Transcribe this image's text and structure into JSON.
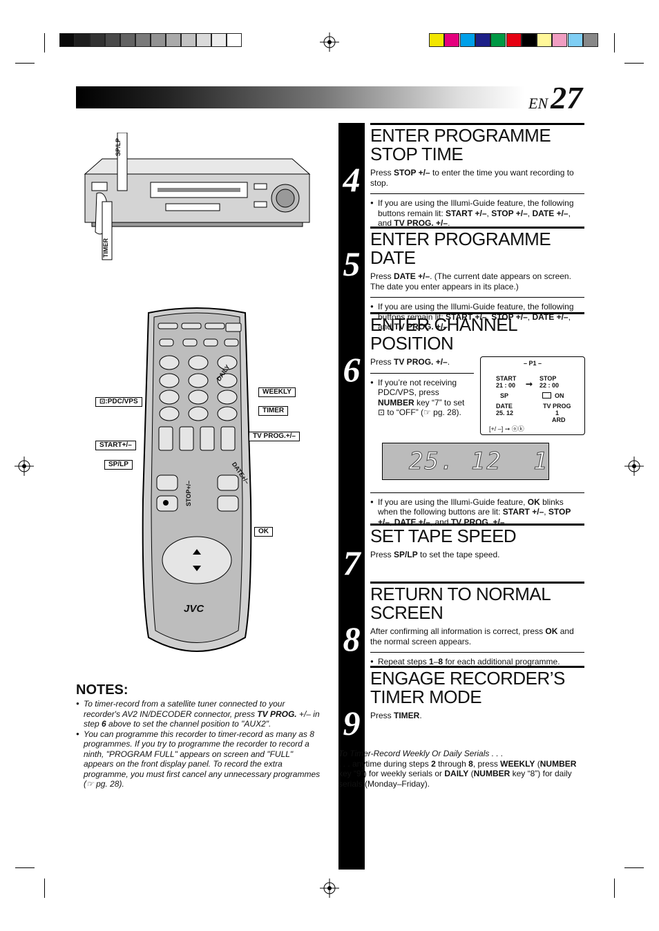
{
  "page": {
    "lang": "EN",
    "number": "27"
  },
  "colors": {
    "gray_swatches": [
      "#0a0a0a",
      "#1e1e1e",
      "#333333",
      "#4a4a4a",
      "#626262",
      "#7a7a7a",
      "#929292",
      "#aaaaaa",
      "#c2c2c2",
      "#dadada",
      "#ececec",
      "#ffffff"
    ],
    "color_swatches": [
      "#f2e600",
      "#e5007e",
      "#00a0e9",
      "#1d2088",
      "#009944",
      "#e60012",
      "#000000",
      "#fff799",
      "#f19ec2",
      "#7fcef4",
      "#888888"
    ]
  },
  "steps": [
    {
      "num": "4",
      "title": "ENTER PROGRAMME STOP TIME",
      "text": [
        "Press ",
        {
          "b": "STOP +/–"
        },
        " to enter the time you want recording to stop."
      ],
      "bullets": [
        [
          "If you are using the Illumi-Guide feature, the following buttons remain lit: ",
          {
            "b": "START +/–"
          },
          ", ",
          {
            "b": "STOP +/–"
          },
          ", ",
          {
            "b": "DATE +/–"
          },
          ", and ",
          {
            "b": "TV PROG. +/–"
          },
          "."
        ]
      ]
    },
    {
      "num": "5",
      "title": "ENTER PROGRAMME DATE",
      "text": [
        "Press ",
        {
          "b": "DATE +/–"
        },
        ". (The current date appears on screen. The date you enter appears in its place.)"
      ],
      "bullets": [
        [
          "If you are using the Illumi-Guide feature, the following buttons remain lit: ",
          {
            "b": "START +/–"
          },
          ", ",
          {
            "b": "STOP +/–"
          },
          ", ",
          {
            "b": "DATE +/–"
          },
          ", and ",
          {
            "b": "TV PROG. +/–"
          },
          "."
        ]
      ]
    },
    {
      "num": "6",
      "title": "ENTER CHANNEL POSITION",
      "text": [
        "Press ",
        {
          "b": "TV PROG. +/–"
        },
        "."
      ],
      "bullets": [
        [
          "If you’re not receiving PDC/VPS, press ",
          {
            "b": "NUMBER"
          },
          " key “7” to set ⊡ to “OFF” (☞ pg. 28)."
        ],
        [
          "If you are using the Illumi-Guide feature, ",
          {
            "b": "OK"
          },
          " blinks when the following buttons are lit: ",
          {
            "b": "START +/–"
          },
          ", ",
          {
            "b": "STOP +/–"
          },
          ", ",
          {
            "b": "DATE +/–"
          },
          ", and ",
          {
            "b": "TV PROG. +/–"
          },
          "."
        ]
      ]
    },
    {
      "num": "7",
      "title": "SET TAPE SPEED",
      "text": [
        "Press ",
        {
          "b": "SP/LP"
        },
        " to set the tape speed."
      ],
      "bullets": []
    },
    {
      "num": "8",
      "title": "RETURN TO NORMAL SCREEN",
      "text": [
        "After confirming all information is correct, press ",
        {
          "b": "OK"
        },
        " and the normal screen appears."
      ],
      "bullets": [
        [
          "Repeat steps ",
          {
            "b": "1"
          },
          "–",
          {
            "b": "8"
          },
          " for each additional programme."
        ]
      ]
    },
    {
      "num": "9",
      "title": "ENGAGE RECORDER’S TIMER MODE",
      "text": [
        "Press ",
        {
          "b": "TIMER"
        },
        "."
      ],
      "bullets": []
    }
  ],
  "osd": {
    "header": "– P1 –",
    "start_label": "START",
    "start_value": "21 : 00",
    "stop_label": "STOP",
    "stop_value": "22 : 00",
    "speed": "SP",
    "vps": "ON",
    "date_label": "DATE",
    "date_value": "25. 12",
    "tvprog_label": "TV  PROG",
    "tvprog_value": "1",
    "tvprog_name": "ARD",
    "nav": "[+/ –] ➞ ⓞⓚ"
  },
  "lcd": {
    "date": "25. 12",
    "channel": "1"
  },
  "vcr_labels": {
    "splp": "SP/LP",
    "timer": "TIMER"
  },
  "remote_labels": {
    "daily": "DAILY",
    "weekly": "WEEKLY",
    "pdc": "⊡:PDC/VPS",
    "timer": "TIMER",
    "start": "START+/–",
    "tvprog": "TV PROG.+/–",
    "splp": "SP/LP",
    "date": "DATE+/–",
    "stop": "STOP+/–",
    "ok": "OK",
    "brand": "JVC"
  },
  "notes": {
    "heading": "NOTES:",
    "items": [
      [
        "To timer-record from a satellite tuner connected to your recorder's AV2 IN/DECODER connector, press ",
        {
          "b": "TV PROG."
        },
        " +/– in step ",
        {
          "b": "6"
        },
        " above to set the channel position to \"AUX2\"."
      ],
      [
        "You can programme this recorder to timer-record as many as 8 programmes. If you try to programme the recorder to record a ninth, \"PROGRAM FULL\" appears on screen and \"FULL\" appears on the front display panel. To record the extra programme, you must first cancel any unnecessary programmes (☞ pg. 28)."
      ]
    ]
  },
  "footer": {
    "title": "To Timer-Record Weekly Or Daily Serials . . .",
    "body": [
      ". . . anytime during steps ",
      {
        "b": "2"
      },
      " through ",
      {
        "b": "8"
      },
      ", press ",
      {
        "b": "WEEKLY"
      },
      " (",
      {
        "b": "NUMBER"
      },
      " key “9”) for weekly serials or ",
      {
        "b": "DAILY"
      },
      " (",
      {
        "b": "NUMBER"
      },
      " key “8”) for daily serials (Monday–Friday)."
    ]
  }
}
